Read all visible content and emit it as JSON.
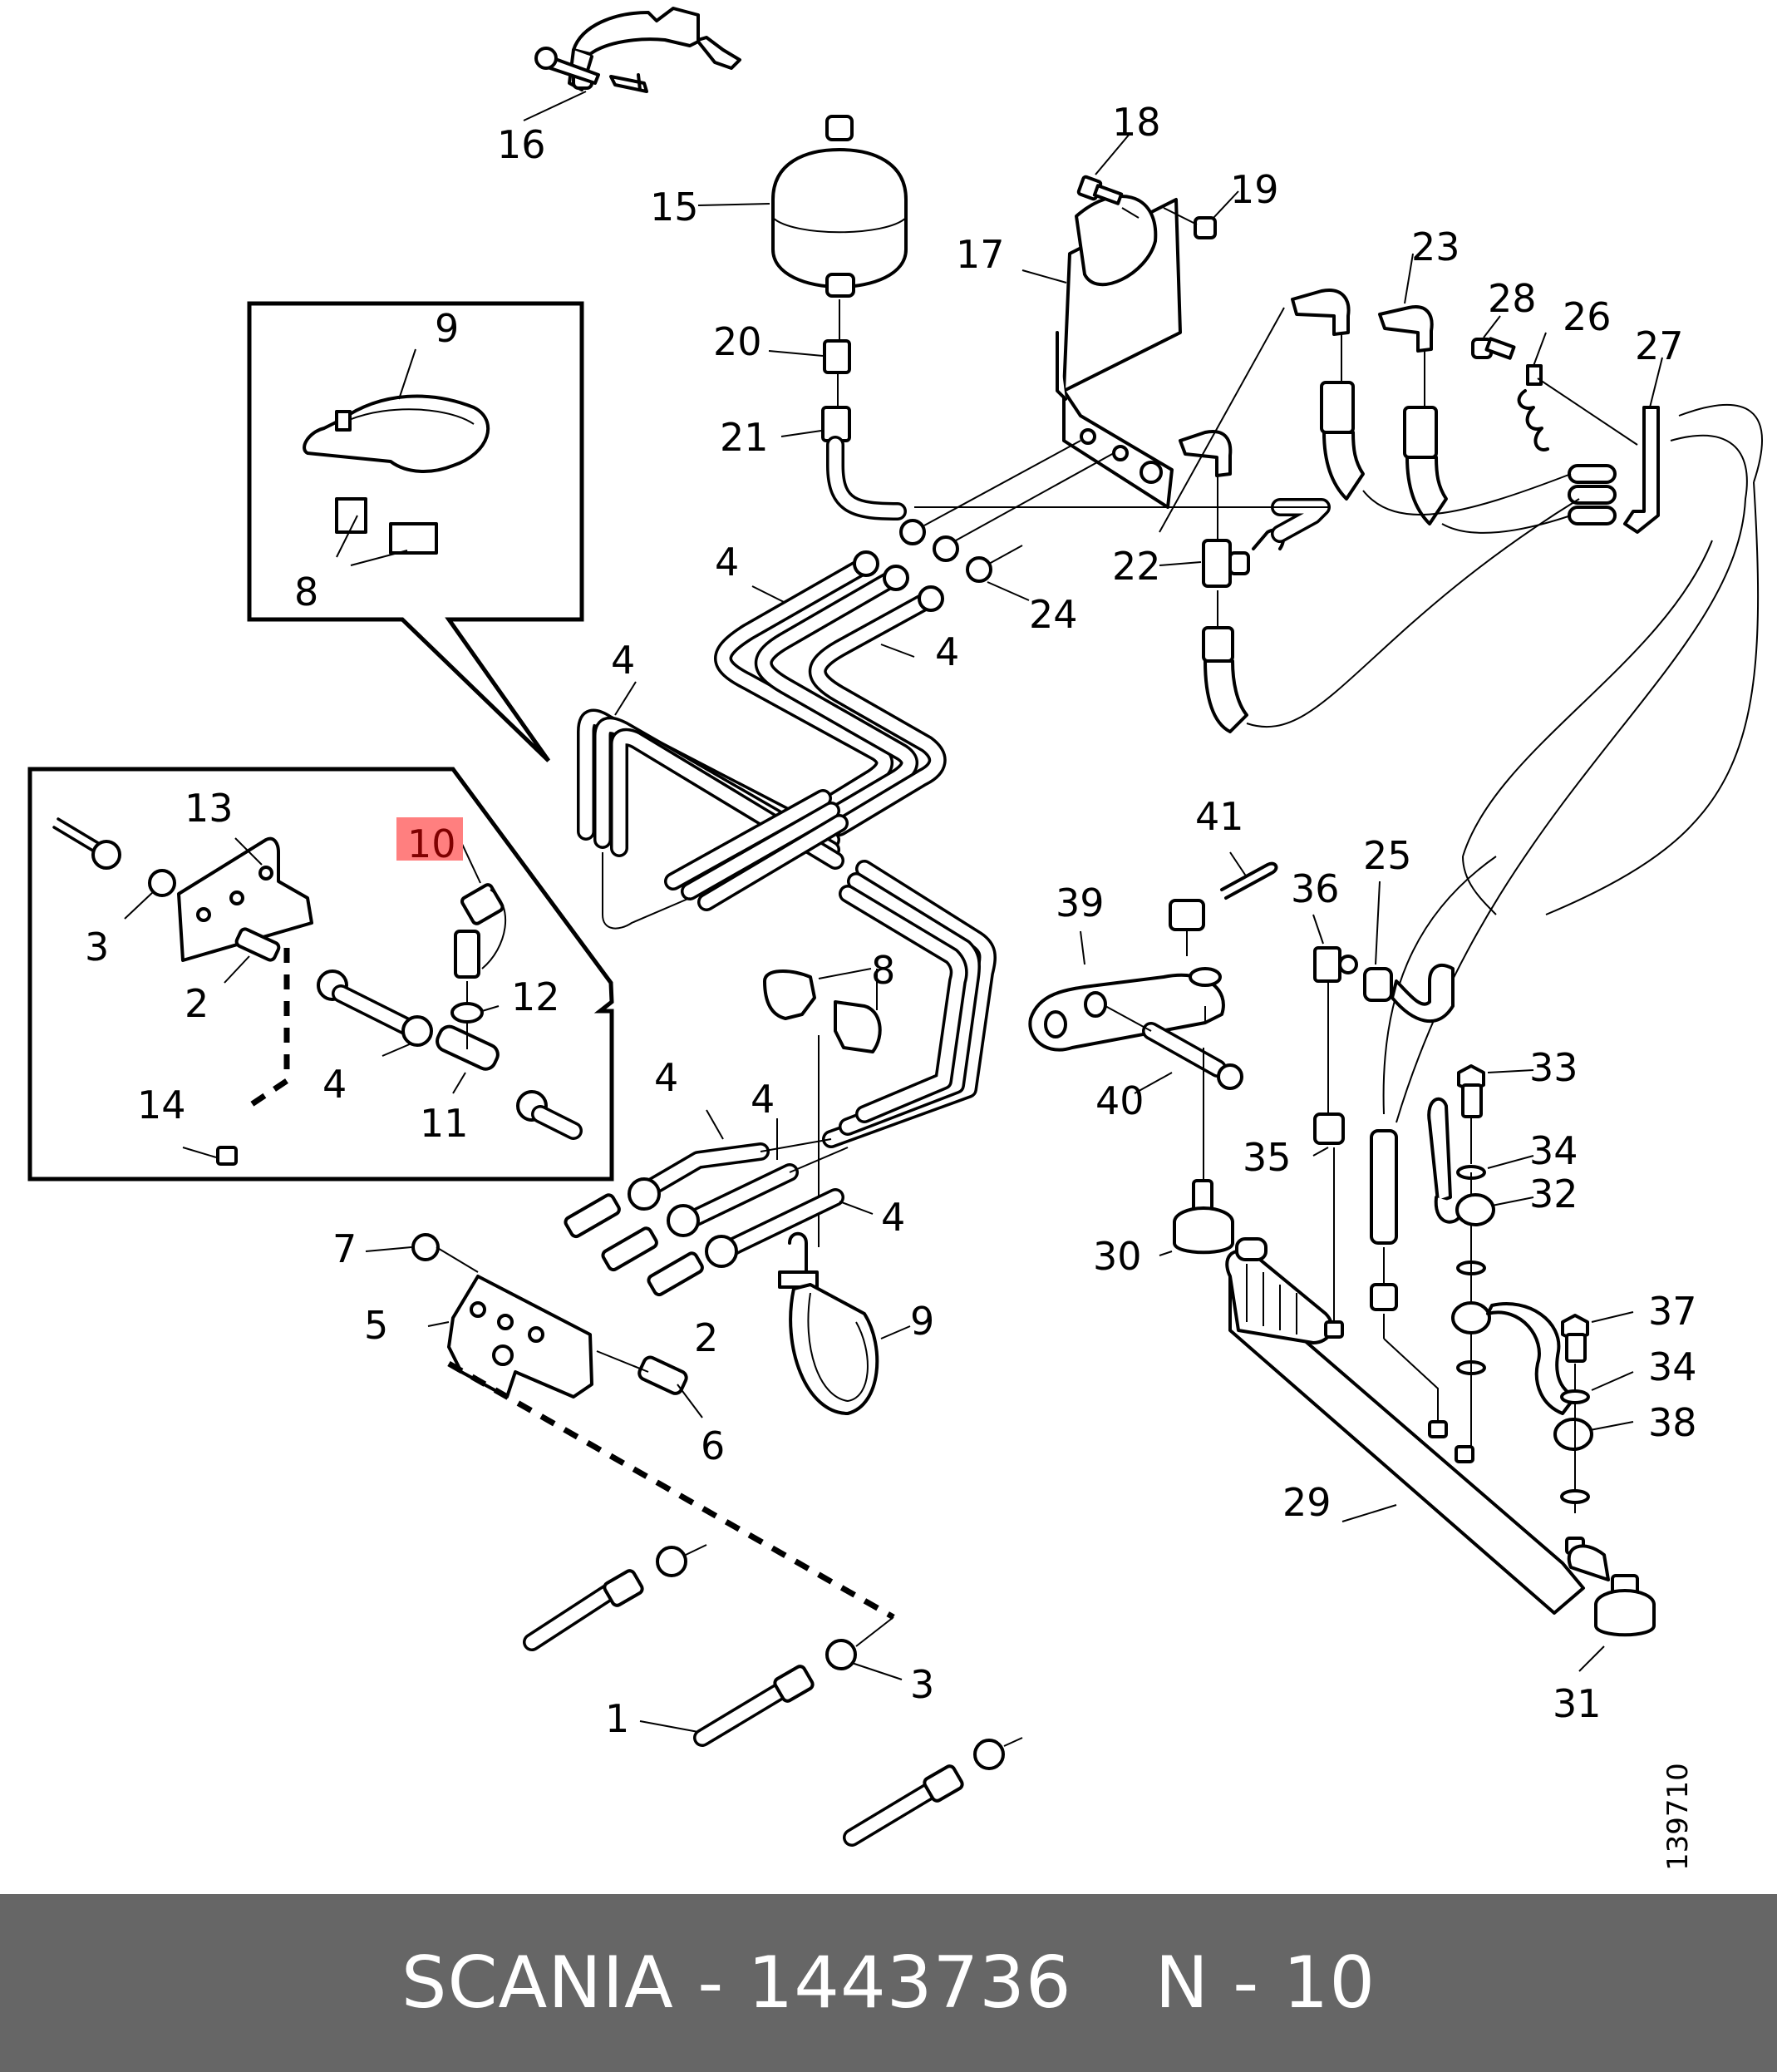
{
  "diagram": {
    "reference_number": "139710",
    "highlighted_part": "10",
    "highlight_color": "#ff7f7f",
    "highlight_text_color": "#7f0000",
    "callouts": [
      {
        "id": "c16",
        "label": "16"
      },
      {
        "id": "c15",
        "label": "15"
      },
      {
        "id": "c18",
        "label": "18"
      },
      {
        "id": "c19",
        "label": "19"
      },
      {
        "id": "c17",
        "label": "17"
      },
      {
        "id": "c23",
        "label": "23"
      },
      {
        "id": "c28",
        "label": "28"
      },
      {
        "id": "c26",
        "label": "26"
      },
      {
        "id": "c27",
        "label": "27"
      },
      {
        "id": "c20",
        "label": "20"
      },
      {
        "id": "c21",
        "label": "21"
      },
      {
        "id": "c9a",
        "label": "9"
      },
      {
        "id": "c8a",
        "label": "8"
      },
      {
        "id": "c4a",
        "label": "4"
      },
      {
        "id": "c22",
        "label": "22"
      },
      {
        "id": "c24",
        "label": "24"
      },
      {
        "id": "c4b",
        "label": "4"
      },
      {
        "id": "c4c",
        "label": "4"
      },
      {
        "id": "c13",
        "label": "13"
      },
      {
        "id": "c10",
        "label": "10"
      },
      {
        "id": "c3a",
        "label": "3"
      },
      {
        "id": "c2a",
        "label": "2"
      },
      {
        "id": "c12",
        "label": "12"
      },
      {
        "id": "c14",
        "label": "14"
      },
      {
        "id": "c4d",
        "label": "4"
      },
      {
        "id": "c11",
        "label": "11"
      },
      {
        "id": "c41",
        "label": "41"
      },
      {
        "id": "c25",
        "label": "25"
      },
      {
        "id": "c39",
        "label": "39"
      },
      {
        "id": "c36",
        "label": "36"
      },
      {
        "id": "c8b",
        "label": "8"
      },
      {
        "id": "c40",
        "label": "40"
      },
      {
        "id": "c33",
        "label": "33"
      },
      {
        "id": "c4e",
        "label": "4"
      },
      {
        "id": "c4f",
        "label": "4"
      },
      {
        "id": "c35",
        "label": "35"
      },
      {
        "id": "c34a",
        "label": "34"
      },
      {
        "id": "c32",
        "label": "32"
      },
      {
        "id": "c4g",
        "label": "4"
      },
      {
        "id": "c30",
        "label": "30"
      },
      {
        "id": "c7",
        "label": "7"
      },
      {
        "id": "c5",
        "label": "5"
      },
      {
        "id": "c2b",
        "label": "2"
      },
      {
        "id": "c9b",
        "label": "9"
      },
      {
        "id": "c37",
        "label": "37"
      },
      {
        "id": "c34b",
        "label": "34"
      },
      {
        "id": "c38",
        "label": "38"
      },
      {
        "id": "c6",
        "label": "6"
      },
      {
        "id": "c29",
        "label": "29"
      },
      {
        "id": "c3b",
        "label": "3"
      },
      {
        "id": "c1",
        "label": "1"
      },
      {
        "id": "c31",
        "label": "31"
      }
    ]
  },
  "footer": {
    "brand": "SCANIA",
    "separator": " - ",
    "part_number": "1443736",
    "position_prefix": "N",
    "position_separator": " - ",
    "position_number": "10"
  }
}
